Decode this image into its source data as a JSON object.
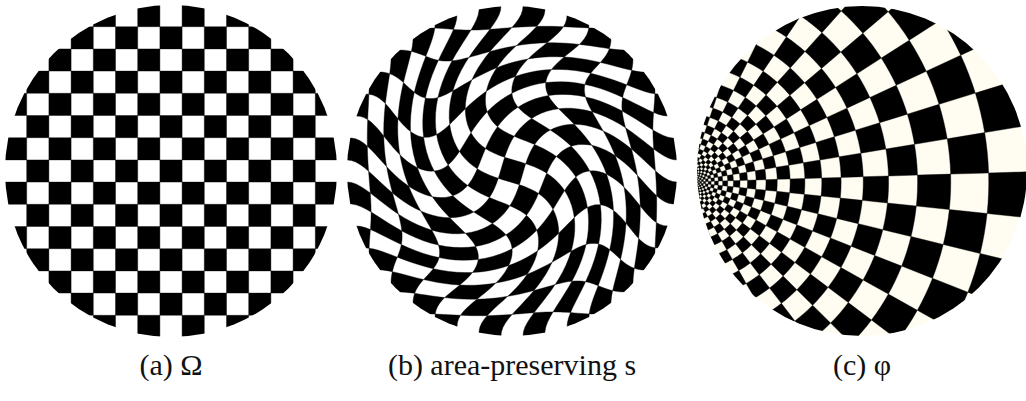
{
  "diagram": {
    "labels": [
      "(a) Ω",
      "(b) area-preserving s",
      "(c) φ"
    ]
  }
}
